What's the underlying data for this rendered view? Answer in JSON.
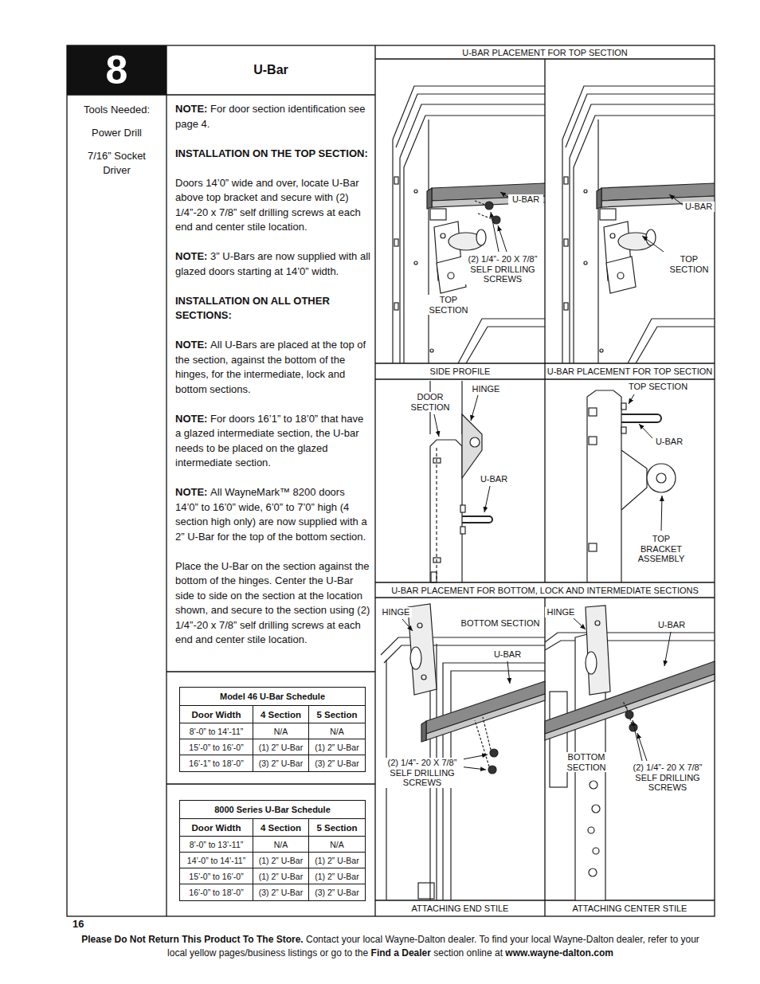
{
  "diagram": {
    "title": "U-Bar",
    "nodes": [
      {
        "text": [
          "8"
        ]
      },
      {
        "text": [
          "Tools Needed:",
          "Power Drill",
          "7/16” Socket Driver"
        ]
      },
      {
        "text": [
          "NOTE:",
          "For door section identification see page 4.",
          "INSTALLATION ON THE TOP SECTION:",
          "Doors 14’0” wide and over, locate U-Bar above top bracket and secure with (2) 1/4”-20 x 7/8” self drilling screws at each end and center stile location.",
          "NOTE:",
          "3” U-Bars are now supplied with all glazed doors starting at 14’0” width.",
          "INSTALLATION ON ALL OTHER SECTIONS:",
          "NOTE:",
          "All U-Bars are placed at the top of the section, against the bottom of the hinges, for the intermediate, lock and bottom sections.",
          "NOTE:",
          "For doors 16’1” to 18’0” that have a glazed intermediate section, the U-bar needs to be placed on the glazed intermediate section.",
          "NOTE:",
          "All WayneMark™ 8200 doors 14’0” to 16’0” wide, 6’0” to 7’0” high (4 section high only) are now supplied with a 2” U-Bar for the top of the bottom section.",
          "Place the U-Bar on the section against the bottom of the hinges. Center the U-Bar side to side on the section at the location shown, and secure to the section using (2) 1/4”-20 x 7/8” self drilling screws at each end and center stile location."
        ]
      },
      {
        "text": [
          "Model 46 U-Bar Schedule",
          "Door Width",
          "4 Section",
          "5 Section",
          "8’-0” to 14’-11”",
          "N/A",
          "N/A",
          "15’-0” to 16’-0”",
          "(1) 2” U-Bar",
          "(1) 2” U-Bar",
          "16’-1” to 18’-0”",
          "(3) 2” U-Bar",
          "(3) 2” U-Bar"
        ]
      },
      {
        "text": [
          "8000 Series U-Bar Schedule",
          "Door Width",
          "4 Section",
          "5 Section",
          "8’-0” to 13’-11”",
          "N/A",
          "N/A",
          "14’-0” to 14’-11”",
          "(1) 2” U-Bar",
          "(1) 2” U-Bar",
          "15’-0” to 16’-0”",
          "(1) 2” U-Bar",
          "(1) 2” U-Bar",
          "16’-0” to 18’-0”",
          "(3) 2” U-Bar",
          "(3) 2” U-Bar"
        ]
      },
      {
        "text": [
          "U-BAR PLACEMENT FOR TOP SECTION"
        ]
      },
      {
        "text": [
          "SIDE PROFILE"
        ]
      },
      {
        "text": [
          "U-BAR PLACEMENT FOR TOP SECTION"
        ]
      },
      {
        "text": [
          "U-BAR PLACEMENT FOR BOTTOM, LOCK AND INTERMEDIATE SECTIONS"
        ]
      },
      {
        "text": [
          "ATTACHING END STILE"
        ]
      },
      {
        "text": [
          "ATTACHING CENTER STILE"
        ]
      }
    ],
    "labels": [
      "U-BAR",
      "(2) 1/4”- 20 X 7/8” SELF DRILLING SCREWS",
      "TOP SECTION",
      "U-BAR",
      "TOP SECTION",
      "HINGE",
      "DOOR SECTION",
      "U-BAR",
      "TOP SECTION",
      "U-BAR",
      "TOP BRACKET ASSEMBLY",
      "HINGE",
      "BOTTOM SECTION",
      "U-BAR",
      "(2) 1/4”- 20 X 7/8” SELF DRILLING SCREWS",
      "HINGE",
      "U-BAR",
      "BOTTOM SECTION",
      "(2) 1/4”- 20 X 7/8” SELF DRILLING SCREWS",
      "16",
      "Please Do Not Return This Product To The Store.",
      "Contact your local Wayne-Dalton dealer. To find your local Wayne-Dalton dealer, refer to your local yellow pages/business listings or go to the",
      "Find a Dealer",
      "section online at",
      "www.wayne-dalton.com"
    ]
  }
}
